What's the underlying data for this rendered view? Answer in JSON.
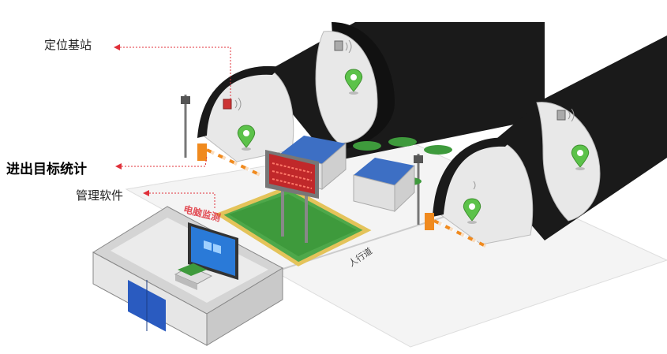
{
  "labels": {
    "positioning_station": "定位基站",
    "entry_exit_count": "进出目标统计",
    "management_software": "管理软件"
  },
  "overlays": {
    "monitor_text": "电脑监测",
    "walkway": "人行道"
  },
  "colors": {
    "tunnel_shell": "#1a1a1a",
    "tunnel_lining": "#e8e8e8",
    "pin": "#5cc24a",
    "leader_line": "#e0303a",
    "led_board": "#c0282a",
    "roof_blue": "#3d6fc4",
    "barrier": "#f08a1e",
    "grass": "#3e9a3c",
    "screen": "#2a7ad8"
  },
  "icons": [
    "location-pin-icon",
    "camera-icon",
    "wifi-icon"
  ]
}
